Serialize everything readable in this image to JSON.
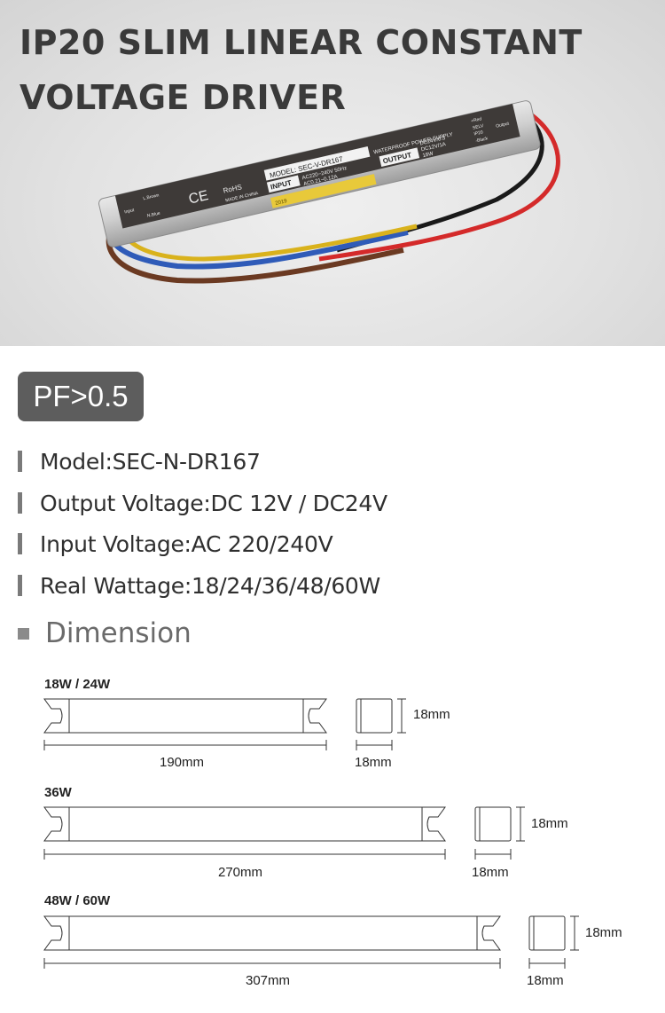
{
  "hero": {
    "title_line1": "IP20 SLIM LINEAR CONSTANT",
    "title_line2": "VOLTAGE DRIVER",
    "label": {
      "model": "MODEL: SEC-V-DR167",
      "waterproof": "WATERPROOF POWER SUPPLY",
      "input": "INPUT",
      "input_v": "AC220~240V 50Hz",
      "input_a": "AC0.21~0.12A",
      "output": "OUTPUT",
      "output_v": "DC24V/0.5",
      "output_a": "DC12V/1A",
      "output_w": "18W",
      "ce": "CE",
      "rohs": "RoHS",
      "made": "MADE IN CHINA",
      "left_top": "L.Brown",
      "left_bottom": "N.Blue",
      "left_side": "Input",
      "right_red": "+Red",
      "right_selv": "SELV",
      "right_ip": "IP20",
      "right_black": "-Black",
      "right_side": "Output",
      "year": "2019"
    }
  },
  "badge": "PF>0.5",
  "specs": [
    "Model:SEC-N-DR167",
    "Output Voltage:DC 12V / DC24V",
    "Input Voltage:AC 220/240V",
    "Real Wattage:18/24/36/48/60W"
  ],
  "dimension_heading": "Dimension",
  "drawings": [
    {
      "watt": "18W / 24W",
      "length": "190mm",
      "width": "18mm",
      "height": "18mm"
    },
    {
      "watt": "36W",
      "length": "270mm",
      "width": "18mm",
      "height": "18mm"
    },
    {
      "watt": "48W / 60W",
      "length": "307mm",
      "width": "18mm",
      "height": "18mm"
    }
  ],
  "colors": {
    "heading_text": "#3a3a3a",
    "badge_bg": "#5d5d5d",
    "wire_red": "#d42a2a",
    "wire_black": "#1a1a1a",
    "wire_brown": "#6b3a22",
    "wire_blue": "#2f5bb8",
    "wire_yellow": "#d9b21c"
  }
}
